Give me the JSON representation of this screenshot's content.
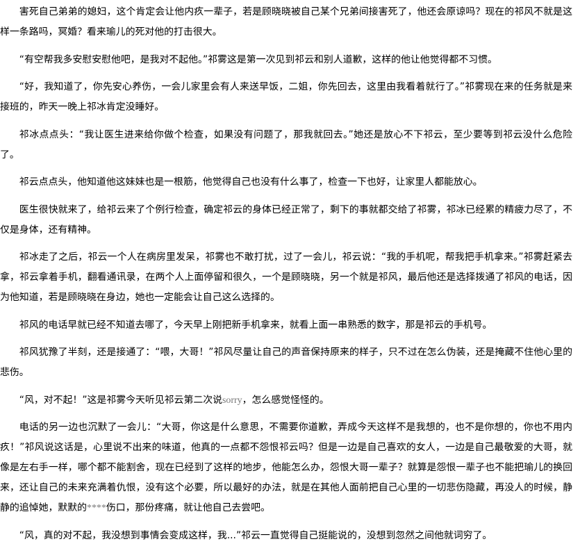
{
  "paragraphs": [
    "害死自己弟弟的媳妇，这个肯定会让他内疚一辈子，若是顾晓晓被自己某个兄弟间接害死了，他还会原谅吗？现在的祁风不就是这样一条路吗，冥婚？看来瑜儿的死对他的打击很大。",
    "“有空帮我多安慰安慰他吧，是我对不起他。”祁雾这是第一次见到祁云和别人道歉，这样的他让他觉得都不习惯。",
    "“好，我知道了，你先安心养伤，一会儿家里会有人来送早饭，二姐，你先回去，这里由我看着就行了。”祁雾现在来的任务就是来接班的，昨天一晚上祁冰肯定没睡好。",
    "祁冰点点头：“我让医生进来给你做个检查，如果没有问题了，那我就回去。”她还是放心不下祁云，至少要等到祁云没什么危险了。",
    "祁云点点头，他知道他这妹妹也是一根筋，他觉得自己也没有什么事了，检查一下也好，让家里人都能放心。",
    "医生很快就来了，给祁云来了个例行检查，确定祁云的身体已经正常了，剩下的事就都交给了祁雾，祁冰已经累的精疲力尽了，不仅是身体，还有精神。",
    "祁冰走了之后，祁云一个人在病房里发呆，祁雾也不敢打扰，过了一会儿，祁云说：“我的手机呢，帮我把手机拿来。”祁雾赶紧去拿，祁云拿着手机，翻看通讯录，在两个人上面停留和很久，一个是顾晓晓，另一个就是祁风，最后他还是选择拨通了祁风的电话，因为他知道，若是顾晓晓在身边，她也一定能会让自己这么选择的。",
    "祁风的电话早就已经不知道去哪了，今天早上刚把新手机拿来，就看上面一串熟悉的数字，那是祁云的手机号。",
    "祁风犹豫了半刻，还是接通了：“喂，大哥！”祁风尽量让自己的声音保持原来的样子，只不过在怎么伪装，还是掩藏不住他心里的悲伤。"
  ],
  "p10": {
    "before": "“风，对不起！”这是祁雾今天听见祁云第二次说",
    "gray": "sorry",
    "after": "，怎么感觉怪怪的。"
  },
  "p11": {
    "before": "电话的另一边也沉默了一会儿：“大哥，你这是什么意思，不需要你道歉，弄成今天这样不是我想的，也不是你想的，你也不用内疚！”祁风说这话是，心里说不出来的味道，他真的一点都不怨恨祁云吗？但是一边是自己喜欢的女人，一边是自己最敬爱的大哥，就像是左右手一样，哪个都不能割舍，现在已经到了这样的地步，他能怎么办，怨恨大哥一辈子？就算是怨恨一辈子也不能把瑜儿的换回来，还让自己的未来充满着仇恨，没有这个必要，所以最好的办法，就是在其他人面前把自己心里的一切悲伤隐藏，再没人的时候，静静的追悼她，默默的",
    "gray": "****",
    "after": "伤口，那份疼痛，就让他自己去尝吧。"
  },
  "p12": "“风，真的对不起，我没想到事情会变成这样，我...”祁云一直觉得自己挺能说的，没想到忽然之间他就词穷了。"
}
